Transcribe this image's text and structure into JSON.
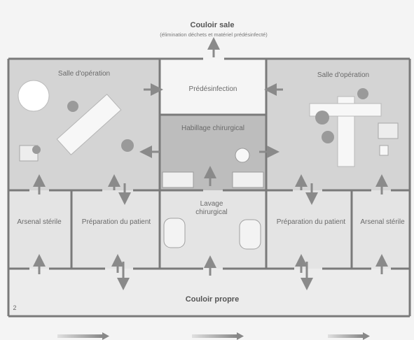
{
  "corridors": {
    "dirty": {
      "title": "Couloir sale",
      "subtitle": "(élimination déchets et matériel prédésinfecté)"
    },
    "clean": {
      "title": "Couloir propre"
    }
  },
  "rooms": {
    "or_left": "Salle d'opération",
    "or_right": "Salle d'opération",
    "predisinfection": "Prédésinfection",
    "gowning": "Habillage chirurgical",
    "scrub": "Lavage chirurgical",
    "sterile_left": "Arsenal stérile",
    "sterile_right": "Arsenal stérile",
    "prep_left": "Préparation du patient",
    "prep_right": "Préparation du patient"
  },
  "figure_number": "2",
  "colors": {
    "room_fill": "#d4d4d4",
    "gowning_fill": "#bdbdbd",
    "wall": "#7a7a7a",
    "arrow": "#8a8a8a",
    "background": "#f2f2f2"
  }
}
